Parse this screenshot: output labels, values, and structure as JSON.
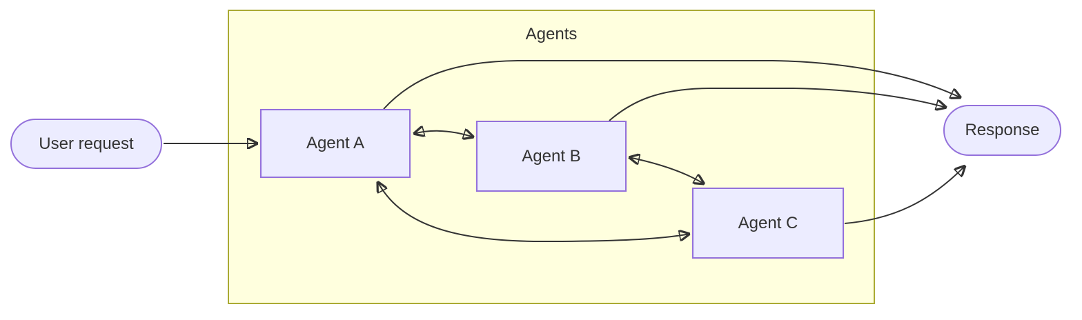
{
  "diagram": {
    "type": "flowchart",
    "direction": "left-to-right",
    "cluster": {
      "label": "Agents"
    },
    "nodes": {
      "user_request": {
        "label": "User request",
        "shape": "stadium"
      },
      "agent_a": {
        "label": "Agent A",
        "shape": "rectangle"
      },
      "agent_b": {
        "label": "Agent B",
        "shape": "rectangle"
      },
      "agent_c": {
        "label": "Agent C",
        "shape": "rectangle"
      },
      "response": {
        "label": "Response",
        "shape": "stadium"
      }
    },
    "edges": [
      {
        "from": "User request",
        "to": "Agent A",
        "bidirectional": false
      },
      {
        "from": "Agent A",
        "to": "Agent B",
        "bidirectional": true
      },
      {
        "from": "Agent B",
        "to": "Agent C",
        "bidirectional": true
      },
      {
        "from": "Agent A",
        "to": "Agent C",
        "bidirectional": true
      },
      {
        "from": "Agent A",
        "to": "Response",
        "bidirectional": false
      },
      {
        "from": "Agent B",
        "to": "Response",
        "bidirectional": false
      },
      {
        "from": "Agent C",
        "to": "Response",
        "bidirectional": false
      }
    ],
    "colors": {
      "node_fill": "#ECECFF",
      "node_border": "#9370DB",
      "cluster_fill": "#FFFFDE",
      "cluster_border": "#AAAA33",
      "edge": "#333333",
      "text": "#333333",
      "background": "#FFFFFF"
    }
  }
}
